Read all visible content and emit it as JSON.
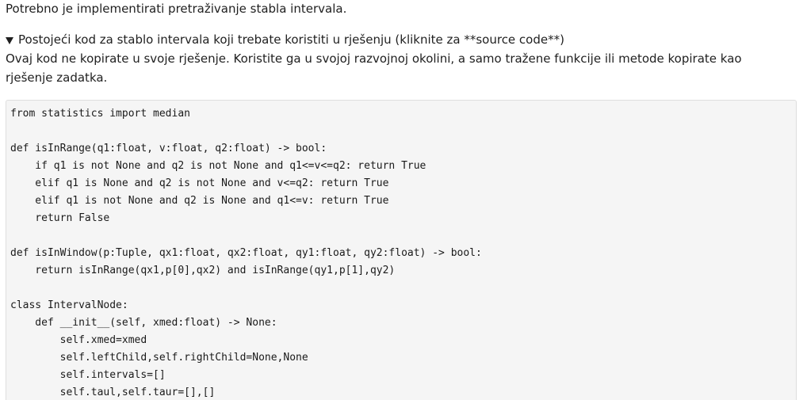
{
  "intro_text": "Potrebno je implementirati pretraživanje stabla intervala.",
  "details": {
    "summary_label": "Postojeći kod za stablo intervala koji trebate koristiti u rješenju (kliknite za **source code**)",
    "note": "Ovaj kod ne kopirate u svoje rješenje. Koristite ga u svojoj razvojnoj okolini, a samo tražene funkcije ili metode kopirate kao rješenje zadatka."
  },
  "code": {
    "lines": [
      "from statistics import median",
      "",
      "def isInRange(q1:float, v:float, q2:float) -> bool:",
      "    if q1 is not None and q2 is not None and q1<=v<=q2: return True",
      "    elif q1 is None and q2 is not None and v<=q2: return True",
      "    elif q1 is not None and q2 is None and q1<=v: return True",
      "    return False",
      "",
      "def isInWindow(p:Tuple, qx1:float, qx2:float, qy1:float, qy2:float) -> bool:",
      "    return isInRange(qx1,p[0],qx2) and isInRange(qy1,p[1],qy2)",
      "",
      "class IntervalNode:",
      "    def __init__(self, xmed:float) -> None:",
      "        self.xmed=xmed",
      "        self.leftChild,self.rightChild=None,None",
      "        self.intervals=[]",
      "        self.taul,self.taur=[],[]"
    ]
  }
}
